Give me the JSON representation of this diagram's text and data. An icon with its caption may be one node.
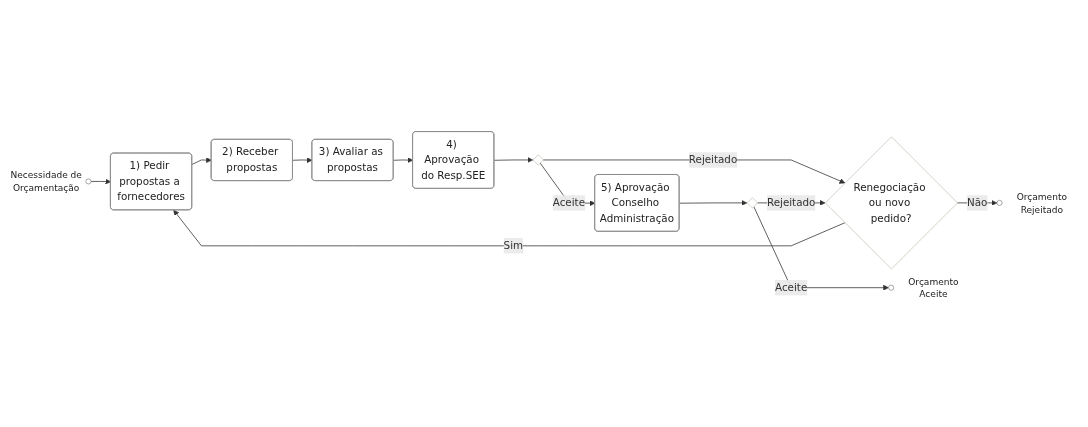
{
  "diagram": {
    "nodes": [
      {
        "text": [],
        "shape": "circle",
        "beside": [
          "Necessidade de Orçamentação"
        ]
      },
      {
        "text": [
          "1) Pedir propostas a fornecedores"
        ]
      },
      {
        "text": [
          "2) Receber propostas"
        ]
      },
      {
        "text": [
          "3) Avaliar as propostas"
        ]
      },
      {
        "text": [
          "4) Aprovação do Resp.SEE"
        ]
      },
      {
        "text": [],
        "shape": "diamond"
      },
      {
        "text": [
          "Renegociação ou novo pedido?"
        ]
      },
      {
        "text": [],
        "shape": "circle",
        "beside": [
          "Orçamento Rejeitado"
        ]
      },
      {
        "text": [
          "5) Aprovação Conselho Administração"
        ]
      },
      {
        "text": [],
        "shape": "diamond"
      },
      {
        "text": [],
        "shape": "circle",
        "beside": [
          "Orçamento Aceite"
        ]
      }
    ],
    "edges": [
      {
        "from": 0,
        "to": 1,
        "arrow": "to"
      },
      {
        "from": 1,
        "to": 2,
        "arrow": "to"
      },
      {
        "from": 2,
        "to": 3,
        "arrow": "to"
      },
      {
        "from": 3,
        "to": 4,
        "arrow": "to"
      },
      {
        "from": 4,
        "to": 5,
        "arrow": "to"
      },
      {
        "from": 5,
        "to": 6,
        "arrow": "to",
        "label": "Rejeitado"
      },
      {
        "from": 6,
        "to": 1,
        "arrow": "to",
        "label": "Sim"
      },
      {
        "from": 6,
        "to": 7,
        "arrow": "to",
        "label": "Não"
      },
      {
        "from": 5,
        "to": 8,
        "arrow": "to",
        "label": "Aceite"
      },
      {
        "from": 8,
        "to": 9,
        "arrow": "to"
      },
      {
        "from": 9,
        "to": 6,
        "arrow": "to",
        "label": "Rejeitado"
      },
      {
        "from": 9,
        "to": 10,
        "arrow": "to",
        "label": "Aceite"
      }
    ]
  }
}
